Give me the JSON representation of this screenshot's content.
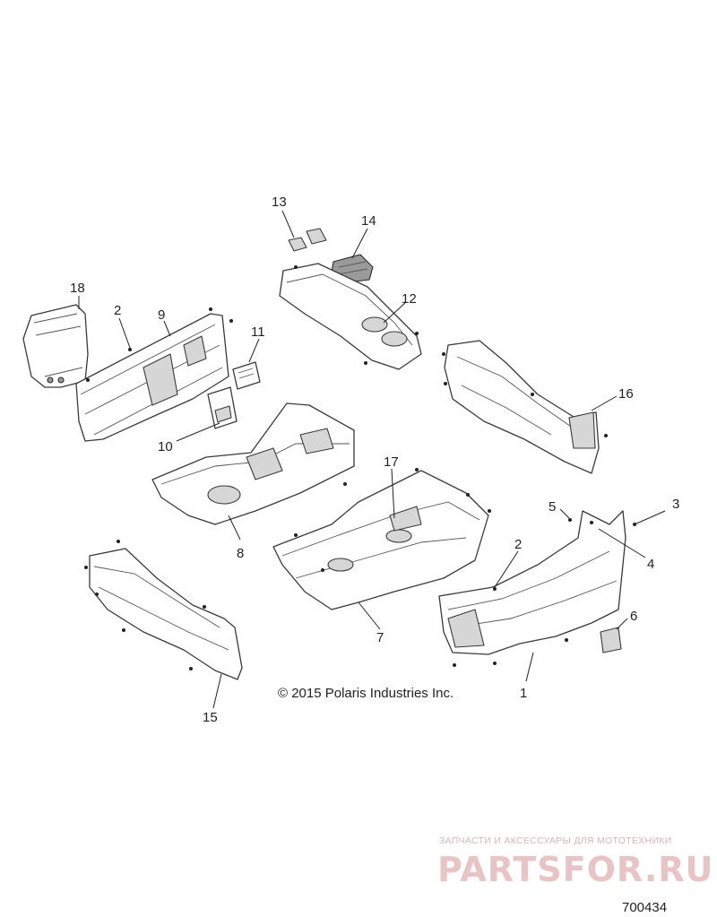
{
  "callouts": [
    "1",
    "2",
    "2",
    "3",
    "4",
    "5",
    "6",
    "7",
    "8",
    "9",
    "10",
    "11",
    "12",
    "13",
    "14",
    "15",
    "16",
    "17",
    "18"
  ],
  "copyright": "© 2015 Polaris Industries Inc.",
  "figure_id": "700434",
  "watermark": {
    "tagline": "ЗАПЧАСТИ И АКСЕССУАРЫ ДЛЯ МОТОТЕХНИКИ",
    "logo": "PARTSFOR.RU"
  }
}
